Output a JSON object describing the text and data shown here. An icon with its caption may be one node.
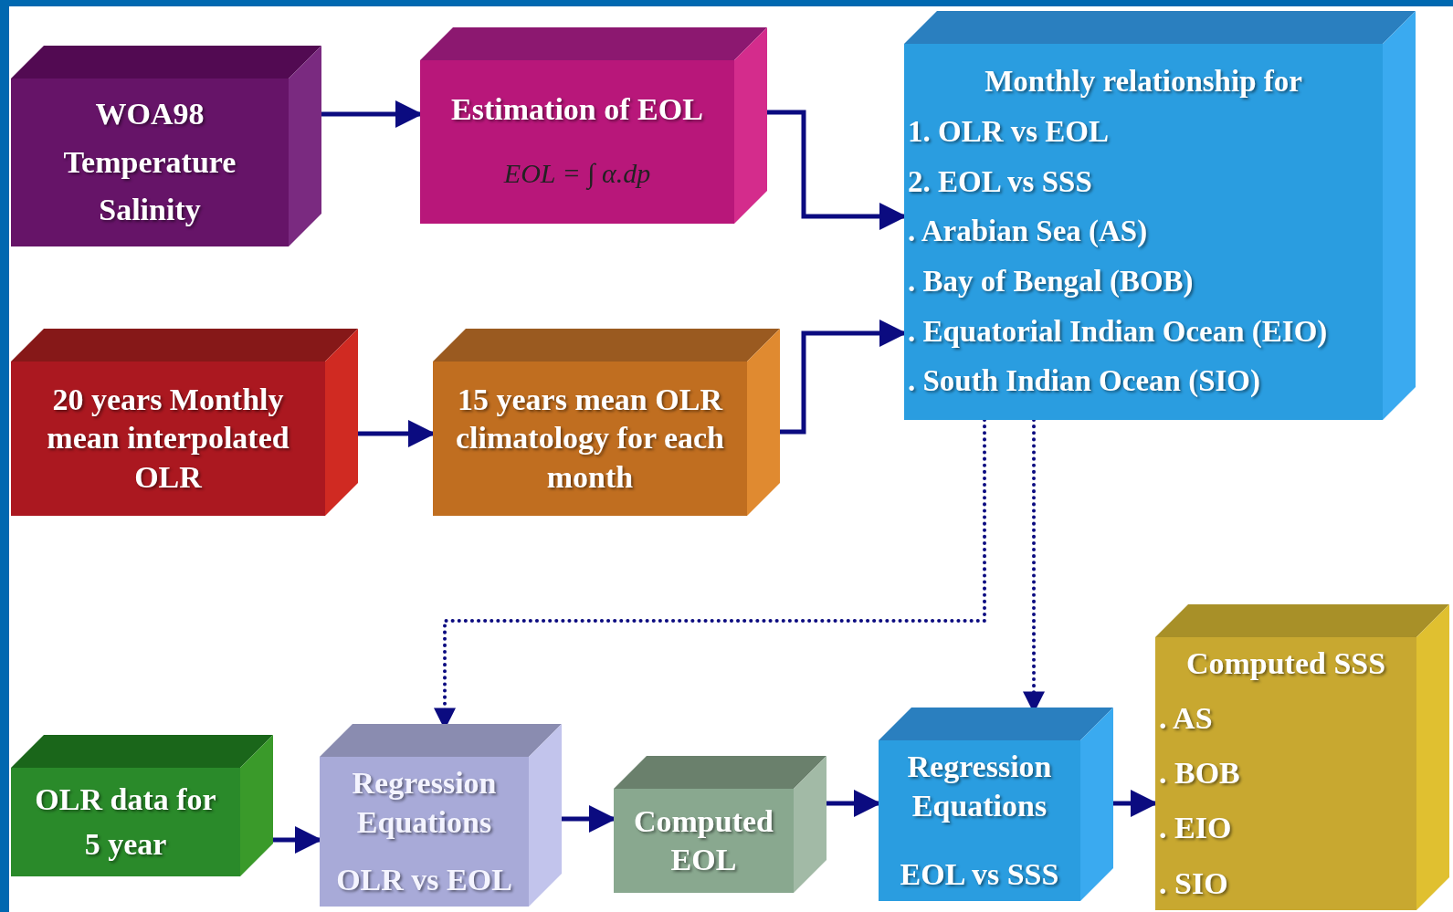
{
  "diagram": {
    "nodes": [
      {
        "text": [
          "WOA98",
          "Temperature",
          "Salinity"
        ]
      },
      {
        "text": [
          "Estimation of EOL",
          "EOL = ∫ α.dp"
        ]
      },
      {
        "text": [
          "Monthly relationship for",
          "1. OLR vs EOL",
          "2. EOL vs SSS",
          ". Arabian Sea (AS)",
          ". Bay of  Bengal (BOB)",
          ". Equatorial Indian Ocean (EIO)",
          ". South Indian Ocean (SIO)"
        ]
      },
      {
        "text": [
          "20 years Monthly mean interpolated OLR"
        ]
      },
      {
        "text": [
          "15 years mean OLR climatology for each month"
        ]
      },
      {
        "text": [
          "OLR data for",
          "5 year"
        ]
      },
      {
        "text": [
          "Regression Equations",
          "OLR vs EOL"
        ]
      },
      {
        "text": [
          "Computed EOL"
        ]
      },
      {
        "text": [
          "Regression Equations",
          "EOL vs SSS"
        ]
      },
      {
        "text": [
          "Computed  SSS",
          ". AS",
          ". BOB",
          ". EIO",
          ". SIO"
        ]
      }
    ],
    "edges": [
      {
        "from": 0,
        "to": 1,
        "arrow": "to"
      },
      {
        "from": 1,
        "to": 2,
        "arrow": "to"
      },
      {
        "from": 3,
        "to": 4,
        "arrow": "to"
      },
      {
        "from": 4,
        "to": 2,
        "arrow": "to"
      },
      {
        "from": 2,
        "to": 6,
        "arrow": "to",
        "style": "dashed"
      },
      {
        "from": 2,
        "to": 8,
        "arrow": "to",
        "style": "dashed"
      },
      {
        "from": 5,
        "to": 6,
        "arrow": "to"
      },
      {
        "from": 6,
        "to": 7,
        "arrow": "to"
      },
      {
        "from": 7,
        "to": 8,
        "arrow": "to"
      },
      {
        "from": 8,
        "to": 9,
        "arrow": "to"
      }
    ]
  }
}
